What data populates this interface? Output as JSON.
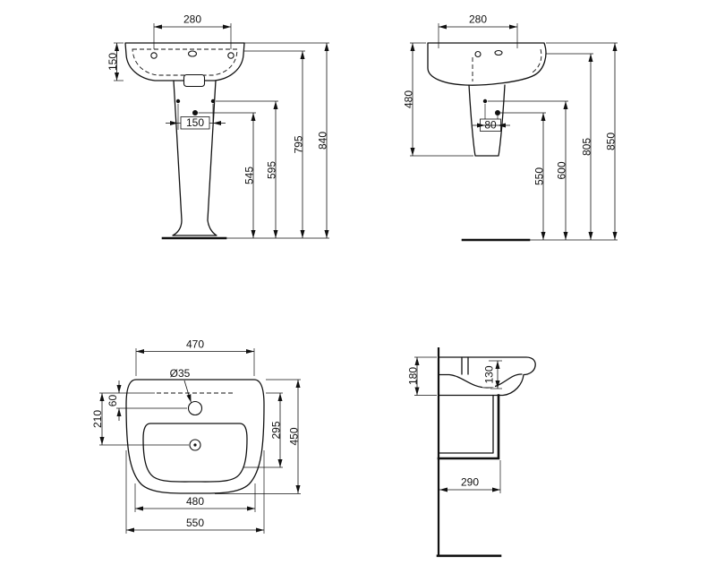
{
  "style": {
    "background": "#ffffff",
    "line_color": "#111111"
  },
  "front_view": {
    "dim_top_width": "280",
    "dim_basin_height": "150",
    "dim_hole_spacing": "150",
    "dim_h1": "545",
    "dim_h2": "595",
    "dim_h3": "795",
    "dim_h4": "840"
  },
  "side_view": {
    "dim_top_width": "280",
    "dim_pedestal_drop": "480",
    "dim_hole_offset": "80",
    "dim_h1": "550",
    "dim_h2": "600",
    "dim_h3": "805",
    "dim_h4": "850"
  },
  "plan_view": {
    "dim_back_width": "470",
    "dim_tap_hole": "Ø35",
    "dim_tap_depth": "60",
    "dim_overflow_depth": "210",
    "dim_bowl_depth": "295",
    "dim_total_depth": "450",
    "dim_front_width": "480",
    "dim_total_width": "550"
  },
  "section_view": {
    "dim_rim_height": "180",
    "dim_inner_depth": "130",
    "dim_projection": "290"
  }
}
